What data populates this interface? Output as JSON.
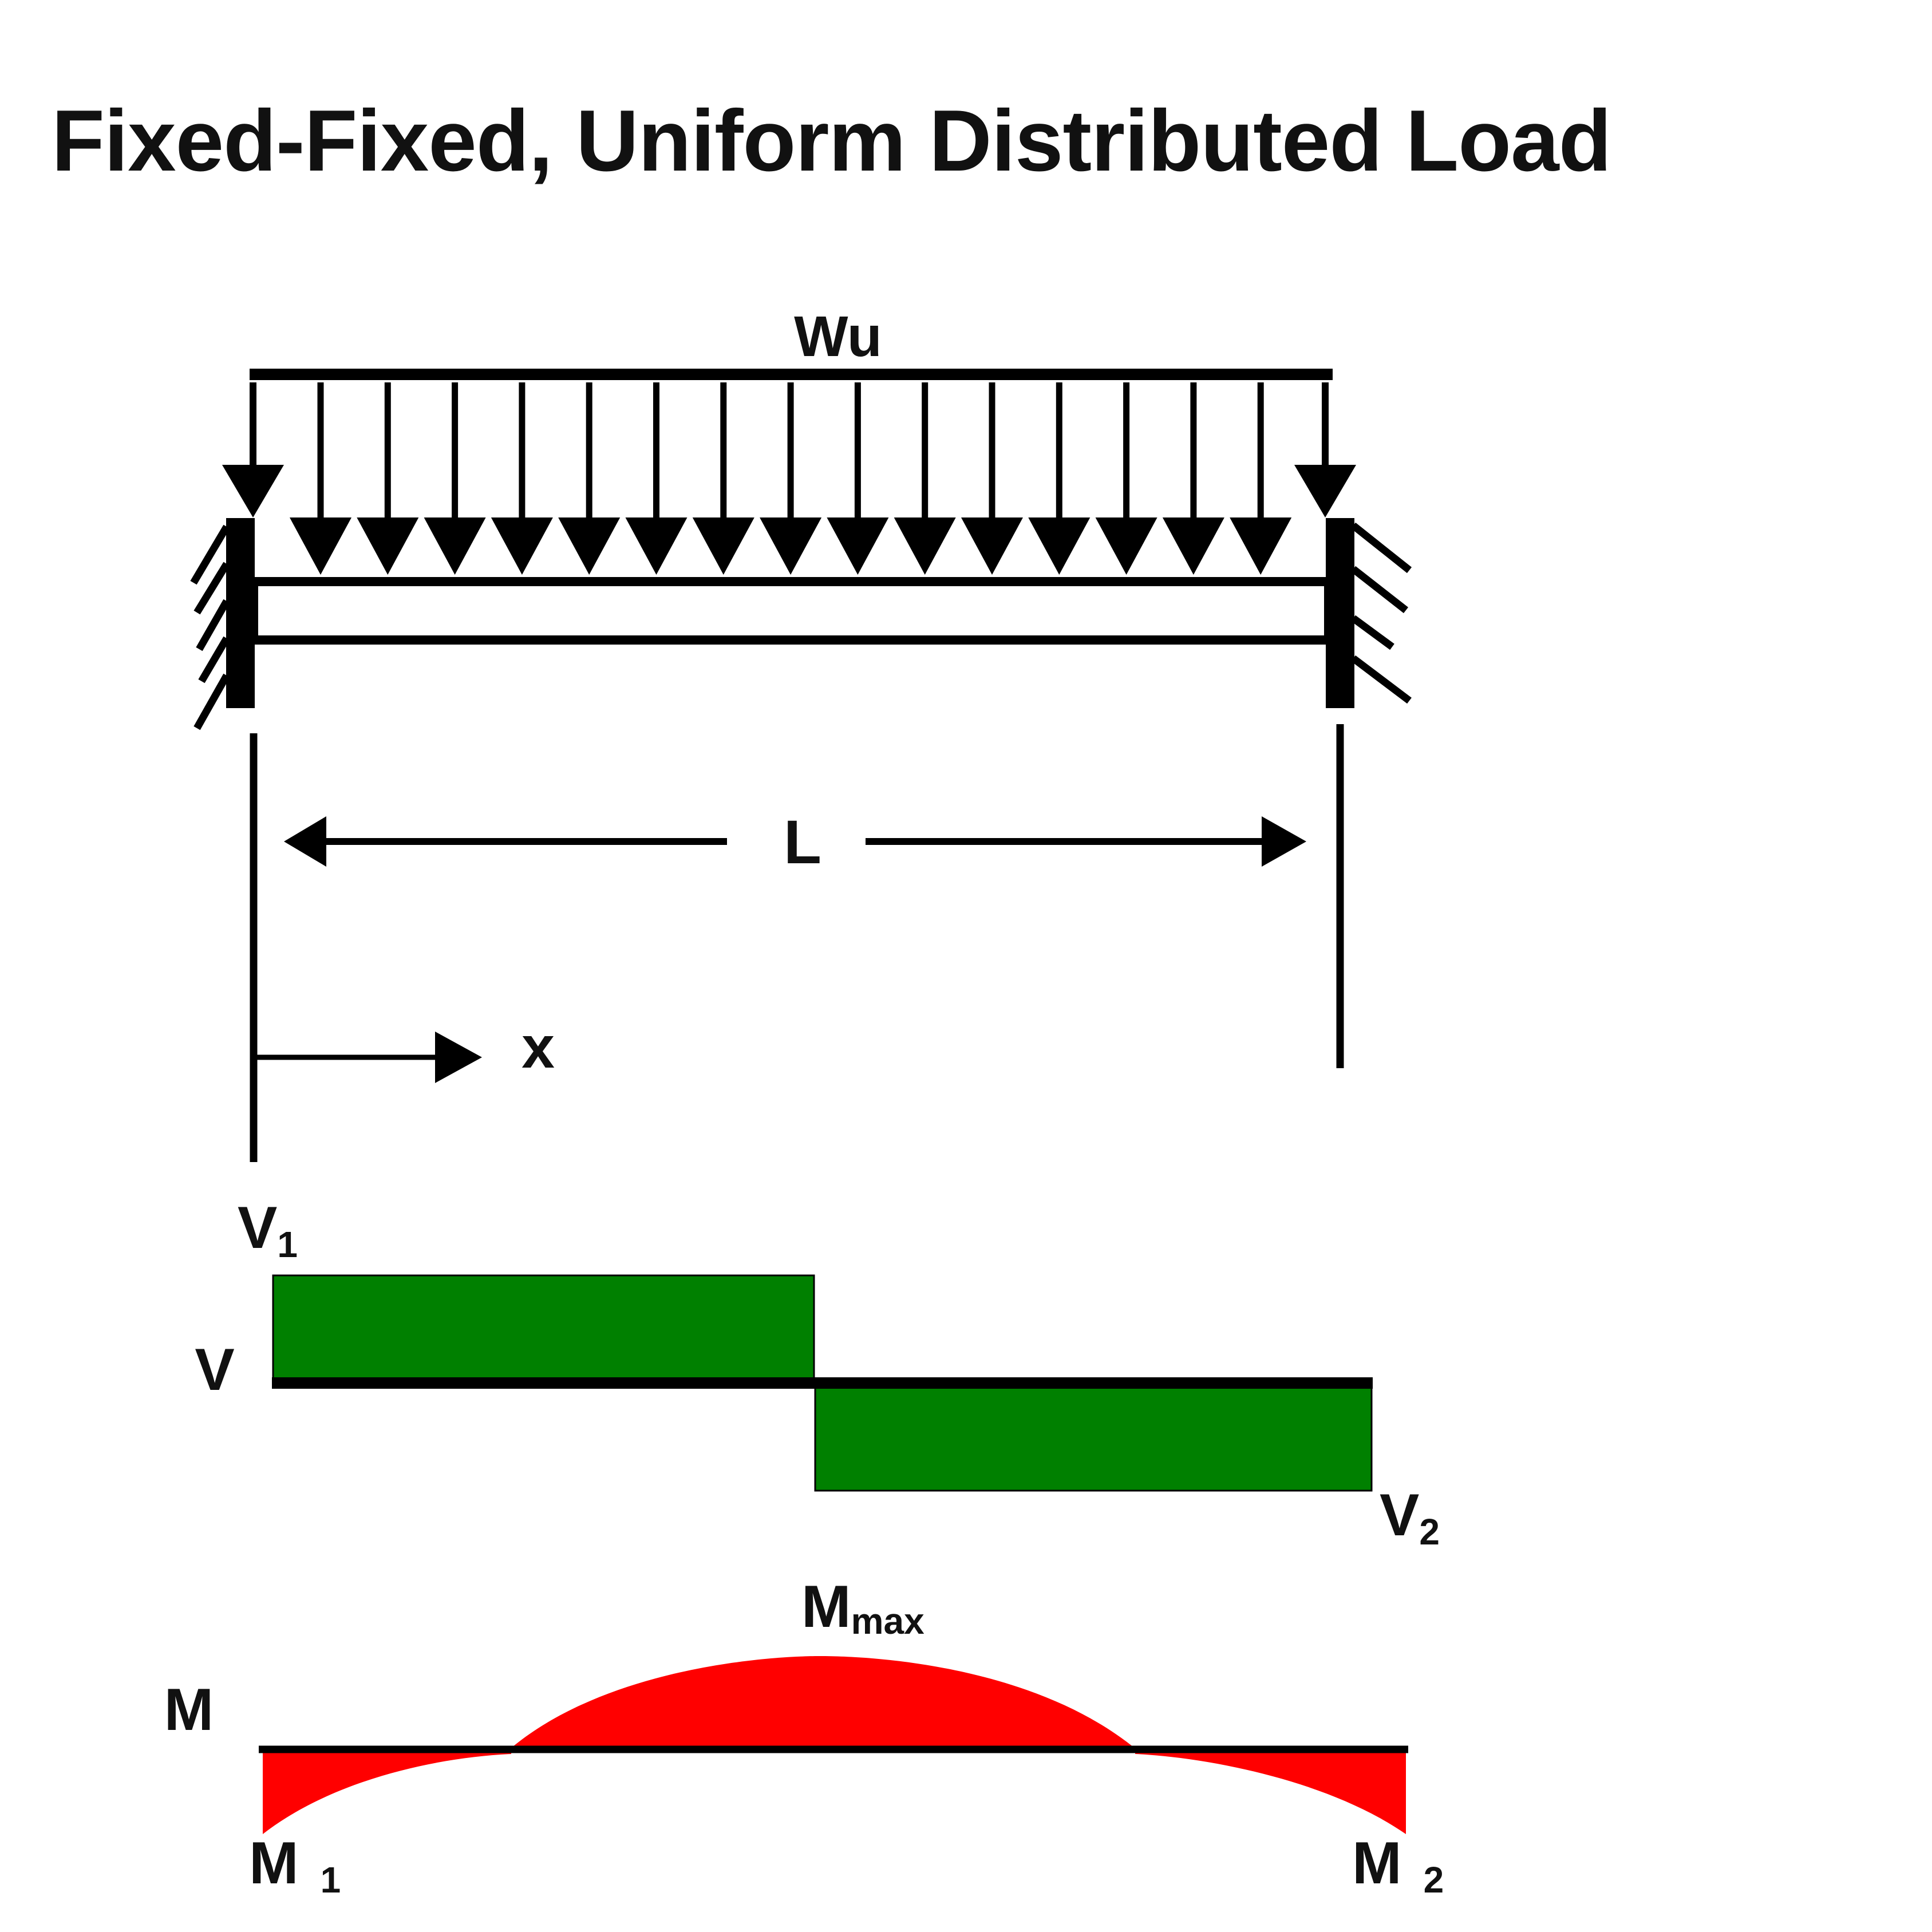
{
  "title": "Fixed-Fixed, Uniform Distributed Load",
  "load_label": "Wu",
  "span_label": "L",
  "coordinate_label": "x",
  "shear": {
    "axis_label": "V",
    "start_label": "V",
    "start_sub": "1",
    "end_label": "V",
    "end_sub": "2",
    "fill_color": "#008000"
  },
  "moment": {
    "axis_label": "M",
    "max_label": "M",
    "max_sub": "max",
    "start_label": "M",
    "start_sub": "1",
    "end_label": "M",
    "end_sub": "2",
    "fill_color": "#ff0000"
  }
}
